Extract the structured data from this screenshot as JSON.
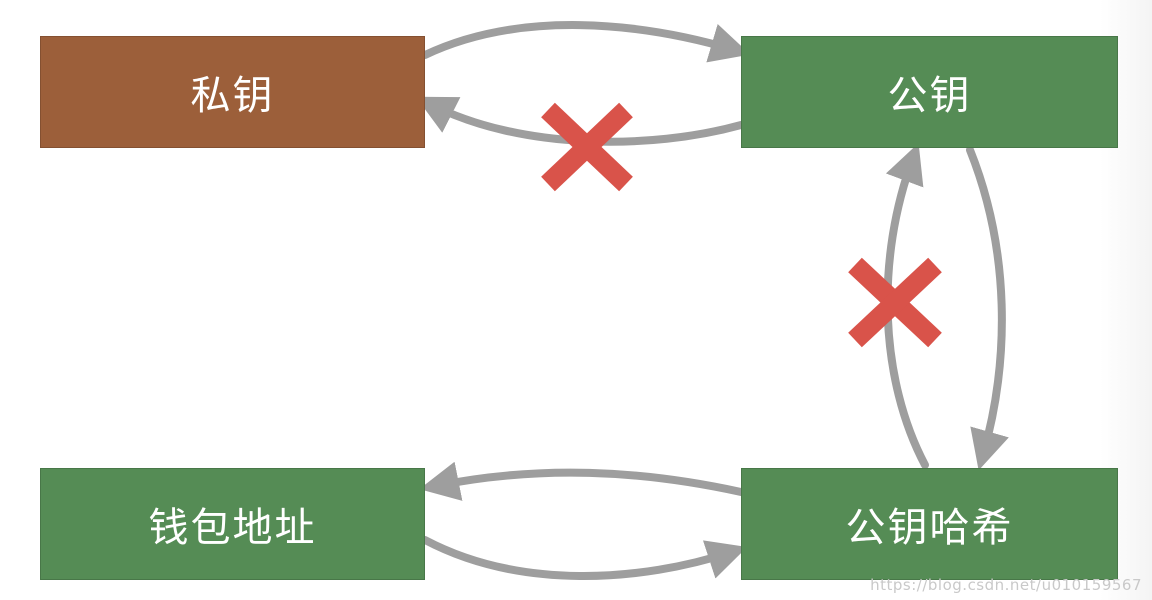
{
  "nodes": {
    "private_key": {
      "label": "私钥",
      "color": "#9c5f3a"
    },
    "public_key": {
      "label": "公钥",
      "color": "#558c55"
    },
    "wallet_address": {
      "label": "钱包地址",
      "color": "#558c55"
    },
    "public_key_hash": {
      "label": "公钥哈希",
      "color": "#558c55"
    }
  },
  "edges": [
    {
      "from": "private_key",
      "to": "public_key",
      "allowed": true
    },
    {
      "from": "public_key",
      "to": "private_key",
      "allowed": false
    },
    {
      "from": "public_key",
      "to": "public_key_hash",
      "allowed": true
    },
    {
      "from": "public_key_hash",
      "to": "public_key",
      "allowed": false
    },
    {
      "from": "public_key_hash",
      "to": "wallet_address",
      "allowed": true
    },
    {
      "from": "wallet_address",
      "to": "public_key_hash",
      "allowed": true
    }
  ],
  "colors": {
    "arrow": "#9e9e9e",
    "forbidden_mark": "#d9534a"
  },
  "watermark": "https://blog.csdn.net/u010159567"
}
